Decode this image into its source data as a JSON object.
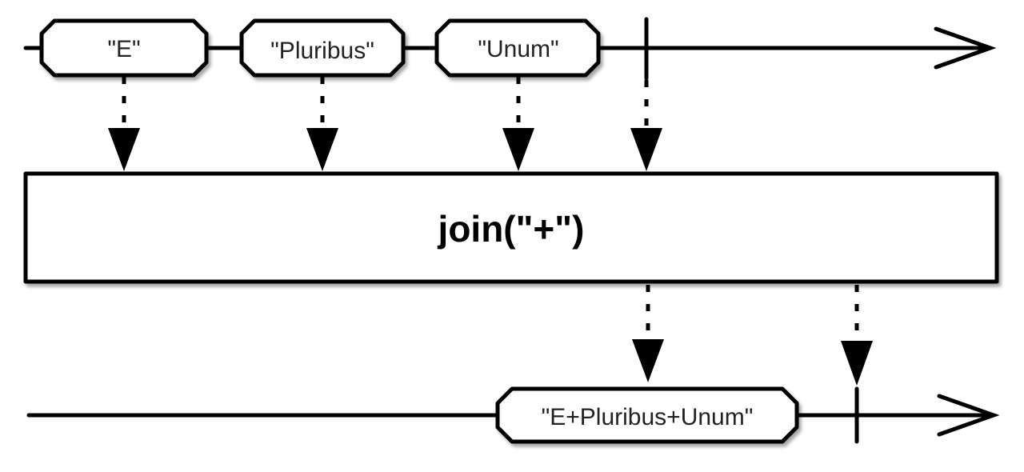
{
  "input": {
    "items": [
      {
        "label": "\"E\""
      },
      {
        "label": "\"Pluribus\""
      },
      {
        "label": "\"Unum\""
      }
    ],
    "completed": true
  },
  "operator": {
    "label": "join(\"+\")"
  },
  "output": {
    "items": [
      {
        "label": "\"E+Pluribus+Unum\""
      }
    ],
    "completed": true
  }
}
